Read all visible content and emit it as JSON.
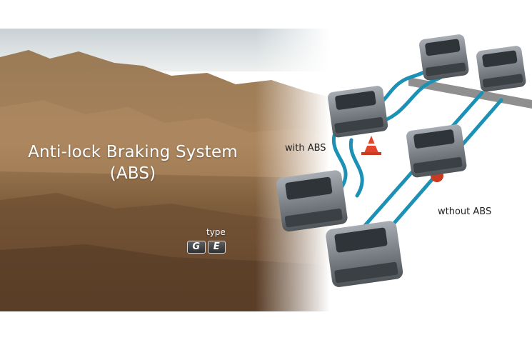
{
  "headline": {
    "line1": "Anti-lock Braking System",
    "line2": "(ABS)"
  },
  "badge": {
    "caption": "type",
    "letters": [
      "G",
      "E"
    ]
  },
  "labels": {
    "with_abs": "with ABS",
    "without_abs": "wthout ABS"
  },
  "colors": {
    "track": "#1a91b5",
    "road": "#8f8f8f",
    "truck_body": "#6e7379",
    "cone": "#e2452c",
    "sky": "#dfe4e7",
    "rock": "#a77c4e"
  }
}
